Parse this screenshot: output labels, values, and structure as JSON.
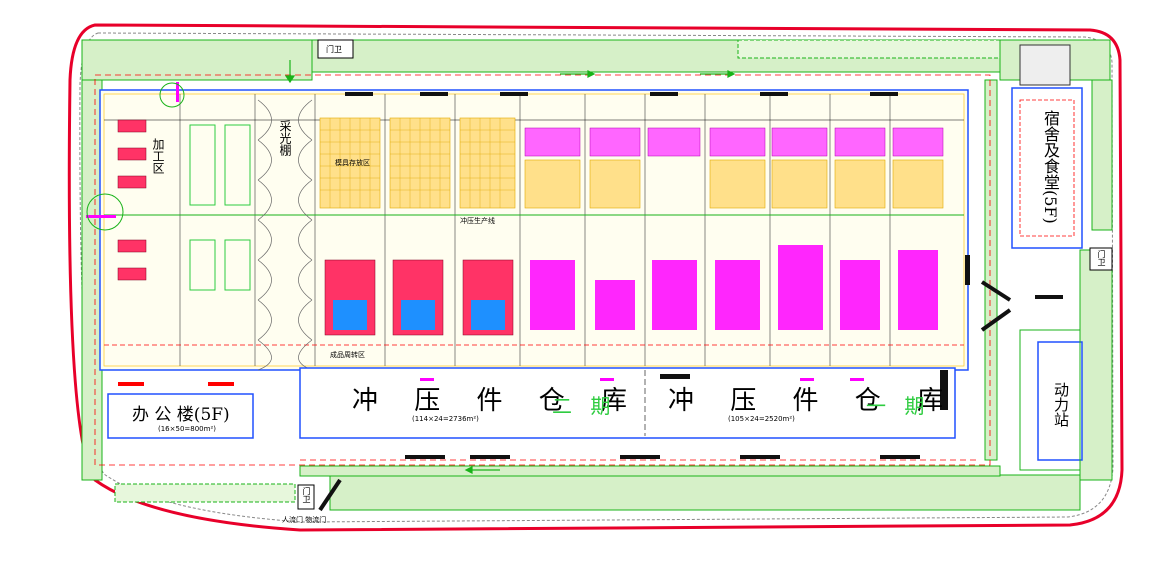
{
  "site_plan": {
    "warehouse_label": "冲 压 件 仓 库",
    "warehouse_phase2": "二 期",
    "warehouse_phase1": "一 期",
    "warehouse_left_dims": "(114×24=2736m²)",
    "warehouse_right_dims": "(105×24=2520m²)",
    "office_label": "办 公 楼(5F)",
    "office_dims": "(16×50=800m²)",
    "dormitory_label": "宿舍及食堂(5F)",
    "power_station_label": "动力站",
    "processing_area_label": "加工区",
    "skylight_label": "采光棚",
    "guard_top": "门卫",
    "guard_right": "门卫",
    "gate_bottom": "门卫",
    "gate_labels": "人流门  物流门",
    "mold_area": "模具存放区",
    "production_line": "冲压生产线",
    "parts_area": "成品周转区"
  },
  "colors": {
    "boundary": "#e8002a",
    "green_belt": "#d6f0c8",
    "green_edge": "#19b319",
    "blue_wall": "#2050ff",
    "road_dash": "#ff0000",
    "rack": "#ffcc33",
    "press": "#ff00ff",
    "truck": "#111111"
  }
}
